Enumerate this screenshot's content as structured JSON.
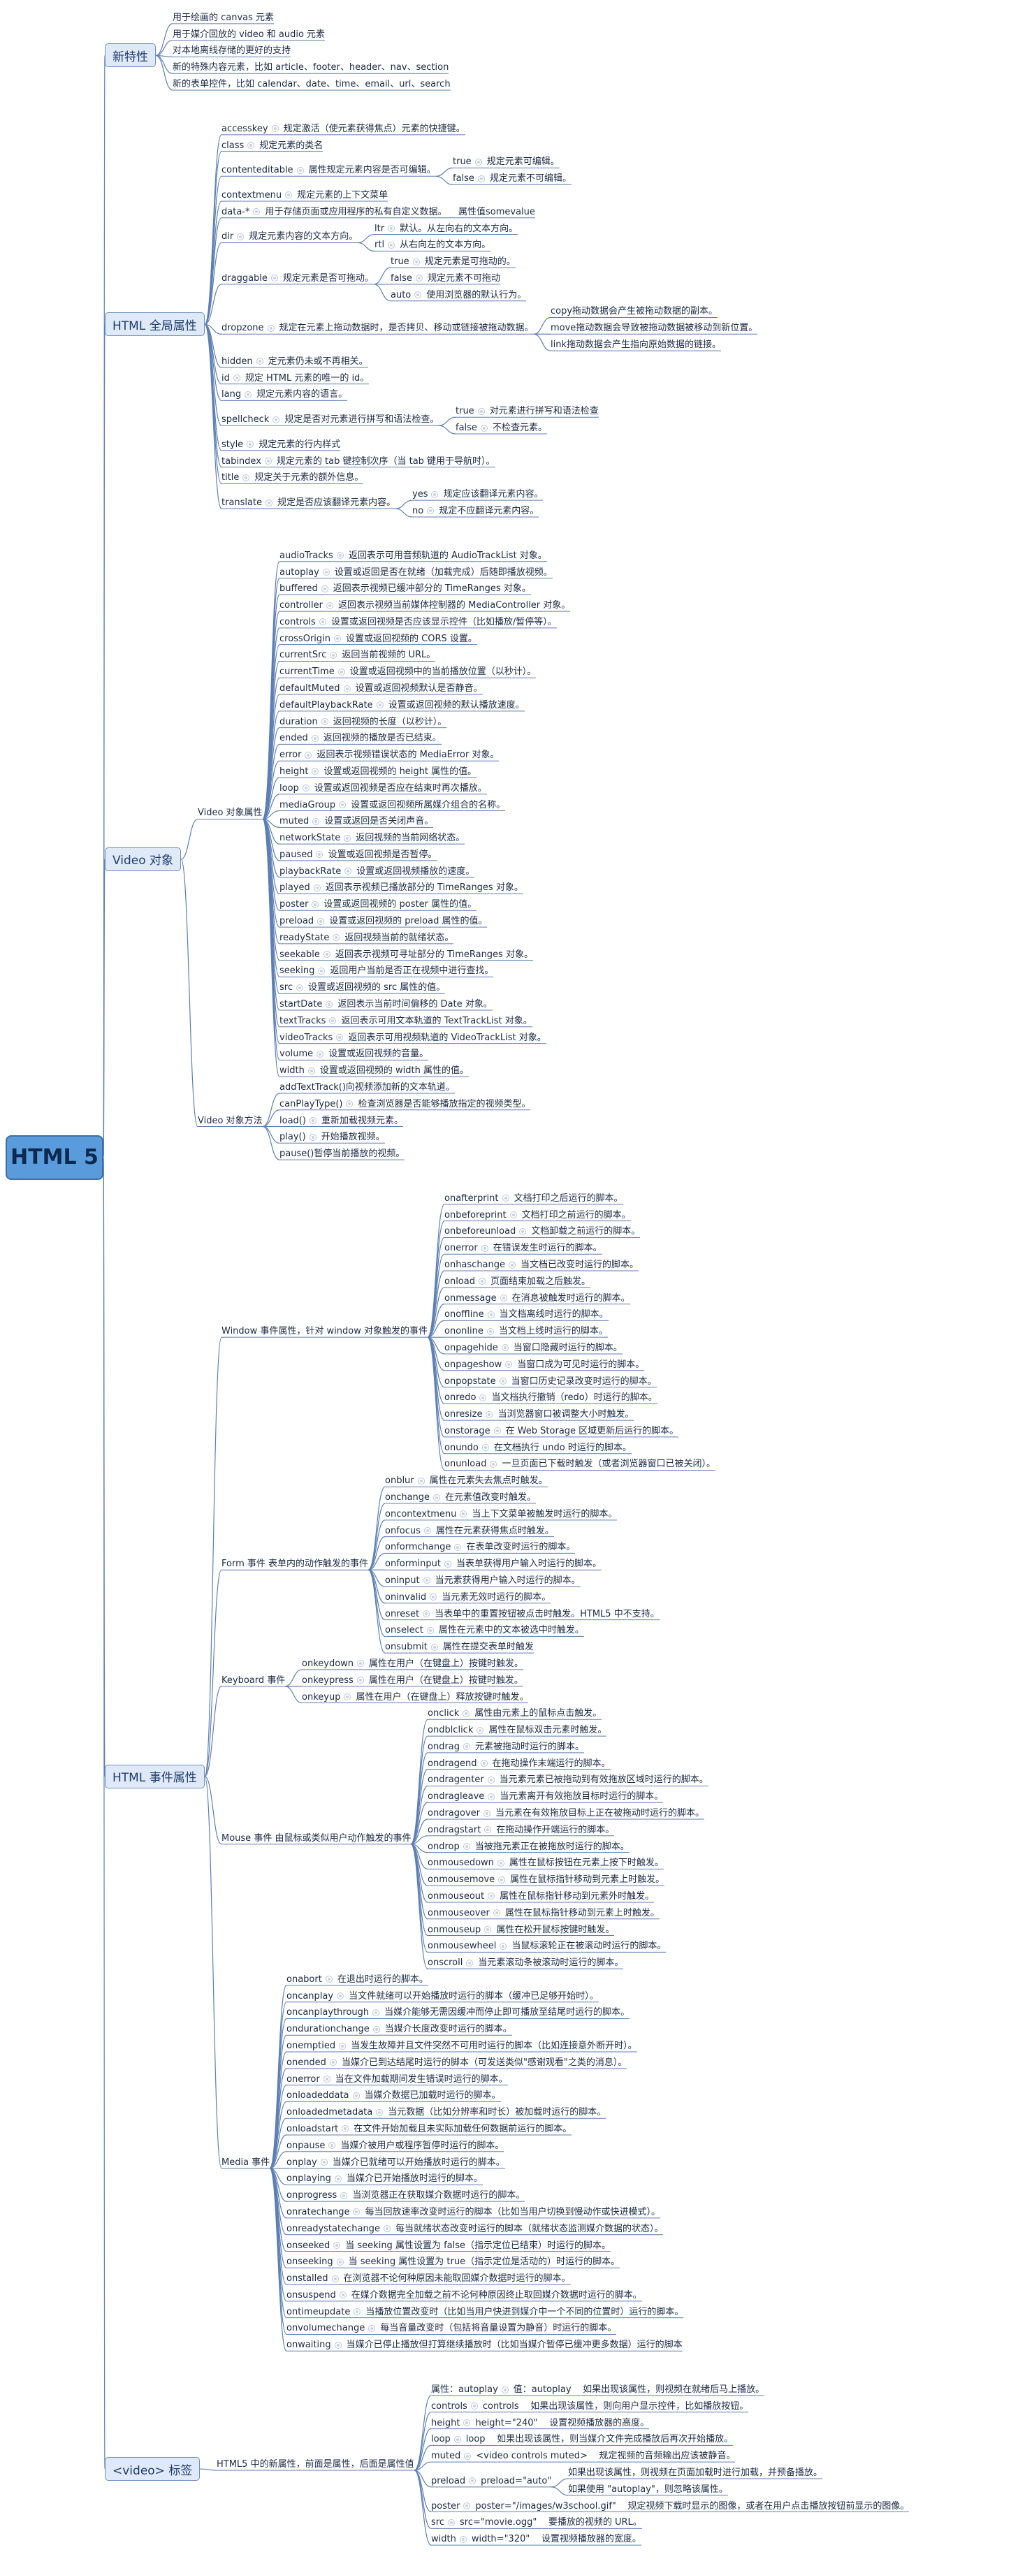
{
  "root": {
    "label": "HTML 5"
  },
  "groups": [
    {
      "label": "新特性",
      "nodes": [
        {
          "t": "用于绘画的 canvas 元素"
        },
        {
          "t": "用于媒介回放的 video 和 audio 元素"
        },
        {
          "t": "对本地离线存储的更好的支持"
        },
        {
          "t": "新的特殊内容元素，比如 article、footer、header、nav、section"
        },
        {
          "t": "新的表单控件，比如 calendar、date、time、email、url、search"
        }
      ]
    },
    {
      "label": "HTML 全局属性",
      "nodes": [
        {
          "t": "accesskey",
          "d": "规定激活（使元素获得焦点）元素的快捷键。"
        },
        {
          "t": "class",
          "d": "规定元素的类名"
        },
        {
          "t": "contenteditable",
          "d": "属性规定元素内容是否可编辑。",
          "c": [
            {
              "t": "true",
              "d": "规定元素可编辑。"
            },
            {
              "t": "false",
              "d": "规定元素不可编辑。"
            }
          ]
        },
        {
          "t": "contextmenu",
          "d": "规定元素的上下文菜单"
        },
        {
          "t": "data-*",
          "d": "用于存储页面或应用程序的私有自定义数据。    属性值somevalue"
        },
        {
          "t": "dir",
          "d": "规定元素内容的文本方向。",
          "c": [
            {
              "t": "ltr",
              "d": "默认。从左向右的文本方向。"
            },
            {
              "t": "rtl",
              "d": "从右向左的文本方向。"
            }
          ]
        },
        {
          "t": "draggable",
          "d": "规定元素是否可拖动。",
          "c": [
            {
              "t": "true",
              "d": "规定元素是可拖动的。"
            },
            {
              "t": "false",
              "d": "规定元素不可拖动"
            },
            {
              "t": "auto",
              "d": "使用浏览器的默认行为。"
            }
          ]
        },
        {
          "t": "dropzone",
          "d": "规定在元素上拖动数据时，是否拷贝、移动或链接被拖动数据。",
          "c": [
            {
              "t": "copy拖动数据会产生被拖动数据的副本。"
            },
            {
              "t": "move拖动数据会导致被拖动数据被移动到新位置。"
            },
            {
              "t": "link拖动数据会产生指向原始数据的链接。"
            }
          ]
        },
        {
          "t": "hidden",
          "d": "定元素仍未或不再相关。"
        },
        {
          "t": "id",
          "d": "规定 HTML 元素的唯一的 id。"
        },
        {
          "t": "lang",
          "d": "规定元素内容的语言。"
        },
        {
          "t": "spellcheck",
          "d": "规定是否对元素进行拼写和语法检查。",
          "c": [
            {
              "t": "true",
              "d": "对元素进行拼写和语法检查"
            },
            {
              "t": "false",
              "d": "不检查元素。"
            }
          ]
        },
        {
          "t": "style",
          "d": "规定元素的行内样式"
        },
        {
          "t": "tabindex",
          "d": "规定元素的 tab 键控制次序（当 tab 键用于导航时）。"
        },
        {
          "t": "title",
          "d": "规定关于元素的额外信息。"
        },
        {
          "t": "translate",
          "d": "规定是否应该翻译元素内容。",
          "c": [
            {
              "t": "yes",
              "d": "规定应该翻译元素内容。"
            },
            {
              "t": "no",
              "d": "规定不应翻译元素内容。"
            }
          ]
        }
      ]
    },
    {
      "label": "Video 对象",
      "nodes": [
        {
          "t": "Video 对象属性",
          "c": [
            {
              "t": "audioTracks",
              "d": "返回表示可用音频轨道的 AudioTrackList 对象。"
            },
            {
              "t": "autoplay",
              "d": "设置或返回是否在就绪（加载完成）后随即播放视频。"
            },
            {
              "t": "buffered",
              "d": "返回表示视频已缓冲部分的 TimeRanges 对象。"
            },
            {
              "t": "controller",
              "d": "返回表示视频当前媒体控制器的 MediaController 对象。"
            },
            {
              "t": "controls",
              "d": "设置或返回视频是否应该显示控件（比如播放/暂停等）。"
            },
            {
              "t": "crossOrigin",
              "d": "设置或返回视频的 CORS 设置。"
            },
            {
              "t": "currentSrc",
              "d": "返回当前视频的 URL。"
            },
            {
              "t": "currentTime",
              "d": "设置或返回视频中的当前播放位置（以秒计）。"
            },
            {
              "t": "defaultMuted",
              "d": "设置或返回视频默认是否静音。"
            },
            {
              "t": "defaultPlaybackRate",
              "d": "设置或返回视频的默认播放速度。"
            },
            {
              "t": "duration",
              "d": "返回视频的长度（以秒计）。"
            },
            {
              "t": "ended",
              "d": "返回视频的播放是否已结束。"
            },
            {
              "t": "error",
              "d": "返回表示视频错误状态的 MediaError 对象。"
            },
            {
              "t": "height",
              "d": "设置或返回视频的 height 属性的值。"
            },
            {
              "t": "loop",
              "d": "设置或返回视频是否应在结束时再次播放。"
            },
            {
              "t": "mediaGroup",
              "d": "设置或返回视频所属媒介组合的名称。"
            },
            {
              "t": "muted",
              "d": "设置或返回是否关闭声音。"
            },
            {
              "t": "networkState",
              "d": "返回视频的当前网络状态。"
            },
            {
              "t": "paused",
              "d": "设置或返回视频是否暂停。"
            },
            {
              "t": "playbackRate",
              "d": "设置或返回视频播放的速度。"
            },
            {
              "t": "played",
              "d": "返回表示视频已播放部分的 TimeRanges 对象。"
            },
            {
              "t": "poster",
              "d": "设置或返回视频的 poster 属性的值。"
            },
            {
              "t": "preload",
              "d": "设置或返回视频的 preload 属性的值。"
            },
            {
              "t": "readyState",
              "d": "返回视频当前的就绪状态。"
            },
            {
              "t": "seekable",
              "d": "返回表示视频可寻址部分的 TimeRanges 对象。"
            },
            {
              "t": "seeking",
              "d": "返回用户当前是否正在视频中进行查找。"
            },
            {
              "t": "src",
              "d": "设置或返回视频的 src 属性的值。"
            },
            {
              "t": "startDate",
              "d": "返回表示当前时间偏移的 Date 对象。"
            },
            {
              "t": "textTracks",
              "d": "返回表示可用文本轨道的 TextTrackList 对象。"
            },
            {
              "t": "videoTracks",
              "d": "返回表示可用视频轨道的 VideoTrackList 对象。"
            },
            {
              "t": "volume",
              "d": "设置或返回视频的音量。"
            },
            {
              "t": "width",
              "d": "设置或返回视频的 width 属性的值。"
            }
          ]
        },
        {
          "t": "Video 对象方法",
          "c": [
            {
              "t": "addTextTrack()向视频添加新的文本轨道。"
            },
            {
              "t": "canPlayType()",
              "d": "检查浏览器是否能够播放指定的视频类型。"
            },
            {
              "t": "load()",
              "d": "重新加载视频元素。"
            },
            {
              "t": "play()",
              "d": "开始播放视频。"
            },
            {
              "t": "pause()暂停当前播放的视频。"
            }
          ]
        }
      ]
    },
    {
      "label": "HTML 事件属性",
      "nodes": [
        {
          "t": "Window 事件属性，针对 window 对象触发的事件",
          "c": [
            {
              "t": "onafterprint",
              "d": "文档打印之后运行的脚本。"
            },
            {
              "t": "onbeforeprint",
              "d": "文档打印之前运行的脚本。"
            },
            {
              "t": "onbeforeunload",
              "d": "文档卸载之前运行的脚本。"
            },
            {
              "t": "onerror",
              "d": "在错误发生时运行的脚本。"
            },
            {
              "t": "onhaschange",
              "d": "当文档已改变时运行的脚本。"
            },
            {
              "t": "onload",
              "d": "页面结束加载之后触发。"
            },
            {
              "t": "onmessage",
              "d": "在消息被触发时运行的脚本。"
            },
            {
              "t": "onoffline",
              "d": "当文档离线时运行的脚本。"
            },
            {
              "t": "ononline",
              "d": "当文档上线时运行的脚本。"
            },
            {
              "t": "onpagehide",
              "d": "当窗口隐藏时运行的脚本。"
            },
            {
              "t": "onpageshow",
              "d": "当窗口成为可见时运行的脚本。"
            },
            {
              "t": "onpopstate",
              "d": "当窗口历史记录改变时运行的脚本。"
            },
            {
              "t": "onredo",
              "d": "当文档执行撤销（redo）时运行的脚本。"
            },
            {
              "t": "onresize",
              "d": "当浏览器窗口被调整大小时触发。"
            },
            {
              "t": "onstorage",
              "d": "在 Web Storage 区域更新后运行的脚本。"
            },
            {
              "t": "onundo",
              "d": "在文档执行 undo 时运行的脚本。"
            },
            {
              "t": "onunload",
              "d": "一旦页面已下载时触发（或者浏览器窗口已被关闭）。"
            }
          ]
        },
        {
          "t": "Form 事件 表单内的动作触发的事件",
          "c": [
            {
              "t": "onblur",
              "d": "属性在元素失去焦点时触发。"
            },
            {
              "t": "onchange",
              "d": "在元素值改变时触发。"
            },
            {
              "t": "oncontextmenu",
              "d": "当上下文菜单被触发时运行的脚本。"
            },
            {
              "t": "onfocus",
              "d": "属性在元素获得焦点时触发。"
            },
            {
              "t": "onformchange",
              "d": "在表单改变时运行的脚本。"
            },
            {
              "t": "onforminput",
              "d": "当表单获得用户输入时运行的脚本。"
            },
            {
              "t": "oninput",
              "d": "当元素获得用户输入时运行的脚本。"
            },
            {
              "t": "oninvalid",
              "d": "当元素无效时运行的脚本。"
            },
            {
              "t": "onreset",
              "d": "当表单中的重置按钮被点击时触发。HTML5 中不支持。"
            },
            {
              "t": "onselect",
              "d": "属性在元素中的文本被选中时触发。"
            },
            {
              "t": "onsubmit",
              "d": "属性在提交表单时触发"
            }
          ]
        },
        {
          "t": "Keyboard 事件",
          "c": [
            {
              "t": "onkeydown",
              "d": "属性在用户（在键盘上）按键时触发。"
            },
            {
              "t": "onkeypress",
              "d": "属性在用户（在键盘上）按键时触发。"
            },
            {
              "t": "onkeyup",
              "d": "属性在用户（在键盘上）释放按键时触发。"
            }
          ]
        },
        {
          "t": "Mouse 事件 由鼠标或类似用户动作触发的事件",
          "c": [
            {
              "t": "onclick",
              "d": "属性由元素上的鼠标点击触发。"
            },
            {
              "t": "ondblclick",
              "d": "属性在鼠标双击元素时触发。"
            },
            {
              "t": "ondrag",
              "d": "元素被拖动时运行的脚本。"
            },
            {
              "t": "ondragend",
              "d": "在拖动操作末端运行的脚本。"
            },
            {
              "t": "ondragenter",
              "d": "当元素元素已被拖动到有效拖放区域时运行的脚本。"
            },
            {
              "t": "ondragleave",
              "d": "当元素离开有效拖放目标时运行的脚本。"
            },
            {
              "t": "ondragover",
              "d": "当元素在有效拖放目标上正在被拖动时运行的脚本。"
            },
            {
              "t": "ondragstart",
              "d": "在拖动操作开端运行的脚本。"
            },
            {
              "t": "ondrop",
              "d": "当被拖元素正在被拖放时运行的脚本。"
            },
            {
              "t": "onmousedown",
              "d": "属性在鼠标按钮在元素上按下时触发。"
            },
            {
              "t": "onmousemove",
              "d": "属性在鼠标指针移动到元素上时触发。"
            },
            {
              "t": "onmouseout",
              "d": "属性在鼠标指针移动到元素外时触发。"
            },
            {
              "t": "onmouseover",
              "d": "属性在鼠标指针移动到元素上时触发。"
            },
            {
              "t": "onmouseup",
              "d": "属性在松开鼠标按键时触发。"
            },
            {
              "t": "onmousewheel",
              "d": "当鼠标滚轮正在被滚动时运行的脚本。"
            },
            {
              "t": "onscroll",
              "d": "当元素滚动条被滚动时运行的脚本。"
            }
          ]
        },
        {
          "t": "Media 事件",
          "c": [
            {
              "t": "onabort",
              "d": "在退出时运行的脚本。"
            },
            {
              "t": "oncanplay",
              "d": "当文件就绪可以开始播放时运行的脚本（缓冲已足够开始时）。"
            },
            {
              "t": "oncanplaythrough",
              "d": "当媒介能够无需因缓冲而停止即可播放至结尾时运行的脚本。"
            },
            {
              "t": "ondurationchange",
              "d": "当媒介长度改变时运行的脚本。"
            },
            {
              "t": "onemptied",
              "d": "当发生故障并且文件突然不可用时运行的脚本（比如连接意外断开时）。"
            },
            {
              "t": "onended",
              "d": "当媒介已到达结尾时运行的脚本（可发送类似\"感谢观看\"之类的消息）。"
            },
            {
              "t": "onerror",
              "d": "当在文件加载期间发生错误时运行的脚本。"
            },
            {
              "t": "onloadeddata",
              "d": "当媒介数据已加载时运行的脚本。"
            },
            {
              "t": "onloadedmetadata",
              "d": "当元数据（比如分辨率和时长）被加载时运行的脚本。"
            },
            {
              "t": "onloadstart",
              "d": "在文件开始加载且未实际加载任何数据前运行的脚本。"
            },
            {
              "t": "onpause",
              "d": "当媒介被用户或程序暂停时运行的脚本。"
            },
            {
              "t": "onplay",
              "d": "当媒介已就绪可以开始播放时运行的脚本。"
            },
            {
              "t": "onplaying",
              "d": "当媒介已开始播放时运行的脚本。"
            },
            {
              "t": "onprogress",
              "d": "当浏览器正在获取媒介数据时运行的脚本。"
            },
            {
              "t": "onratechange",
              "d": "每当回放速率改变时运行的脚本（比如当用户切换到慢动作或快进模式）。"
            },
            {
              "t": "onreadystatechange",
              "d": "每当就绪状态改变时运行的脚本（就绪状态监测媒介数据的状态）。"
            },
            {
              "t": "onseeked",
              "d": "当 seeking 属性设置为 false（指示定位已结束）时运行的脚本。"
            },
            {
              "t": "onseeking",
              "d": "当 seeking 属性设置为 true（指示定位是活动的）时运行的脚本。"
            },
            {
              "t": "onstalled",
              "d": "在浏览器不论何种原因未能取回媒介数据时运行的脚本。"
            },
            {
              "t": "onsuspend",
              "d": "在媒介数据完全加载之前不论何种原因终止取回媒介数据时运行的脚本。"
            },
            {
              "t": "ontimeupdate",
              "d": "当播放位置改变时（比如当用户快进到媒介中一个不同的位置时）运行的脚本。"
            },
            {
              "t": "onvolumechange",
              "d": "每当音量改变时（包括将音量设置为静音）时运行的脚本。"
            },
            {
              "t": "onwaiting",
              "d": "当媒介已停止播放但打算继续播放时（比如当媒介暂停已缓冲更多数据）运行的脚本"
            }
          ]
        }
      ]
    },
    {
      "label": "<video> 标签",
      "nodes": [
        {
          "t": "HTML5 中的新属性，前面是属性，后面是属性值",
          "c": [
            {
              "t": "属性：autoplay",
              "d": "值：autoplay    如果出现该属性，则视频在就绪后马上播放。"
            },
            {
              "t": "controls",
              "d": "controls    如果出现该属性，则向用户显示控件，比如播放按钮。"
            },
            {
              "t": "height",
              "d": "height=\"240\"    设置视频播放器的高度。"
            },
            {
              "t": "loop",
              "d": "loop    如果出现该属性，则当媒介文件完成播放后再次开始播放。"
            },
            {
              "t": "muted",
              "d": "<video controls muted>    规定视频的音频输出应该被静音。"
            },
            {
              "t": "preload",
              "d": "preload=\"auto\"",
              "c": [
                {
                  "t": "如果出现该属性，则视频在页面加载时进行加载，并预备播放。"
                },
                {
                  "t": "如果使用 \"autoplay\"，则忽略该属性。"
                }
              ]
            },
            {
              "t": "poster",
              "d": "poster=\"/images/w3school.gif\"    规定视频下载时显示的图像，或者在用户点击播放按钮前显示的图像。"
            },
            {
              "t": "src",
              "d": "src=\"movie.ogg\"    要播放的视频的 URL。"
            },
            {
              "t": "width",
              "d": "width=\"320\"    设置视频播放器的宽度。"
            }
          ]
        }
      ]
    }
  ]
}
